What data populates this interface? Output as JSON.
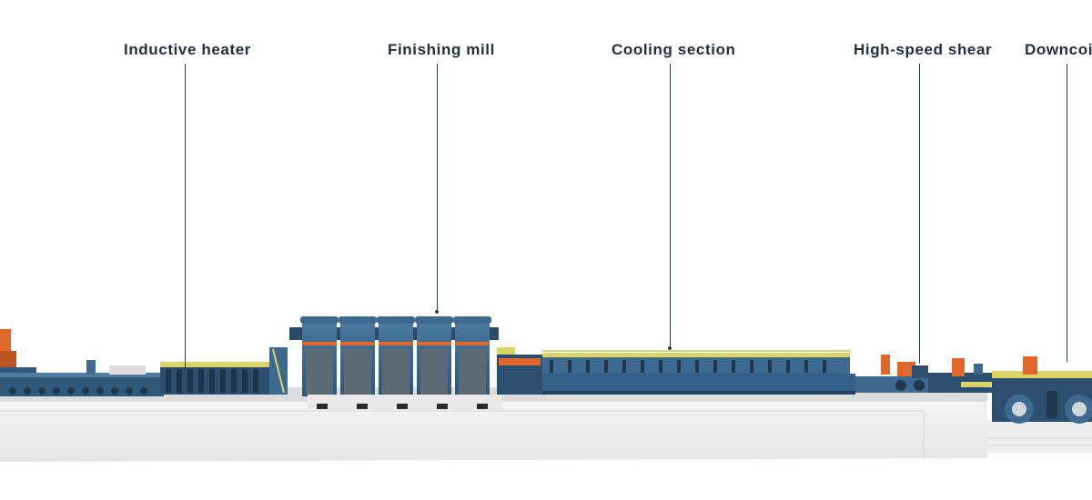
{
  "labels": {
    "inductive_heater": "Inductive heater",
    "finishing_mill": "Finishing mill",
    "cooling_section": "Cooling section",
    "high_speed_shear": "High-speed shear",
    "downcoiler": "Downcoil"
  },
  "colors": {
    "label_text": "#1f2f44",
    "machine_blue": "#3d6a8e",
    "machine_dark": "#22384f",
    "accent_orange": "#e0672c",
    "walkway_yellow": "#d9d36a",
    "floor": "#ececec"
  },
  "icons": [
    "mill-stand",
    "roller-table",
    "coiler-drum"
  ]
}
